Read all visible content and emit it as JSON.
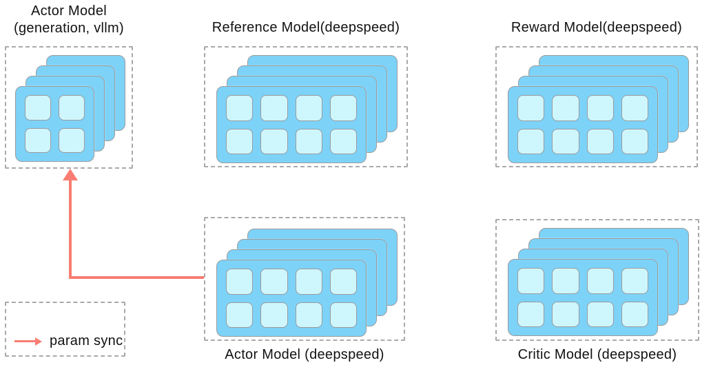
{
  "diagram": {
    "groups": {
      "actor_vllm": {
        "title_line1": "Actor Model",
        "title_line2": "(generation, vllm)"
      },
      "reference": {
        "title": "Reference Model(deepspeed)"
      },
      "reward": {
        "title": "Reward Model(deepspeed)"
      },
      "actor_deepspeed": {
        "title": "Actor Model (deepspeed)"
      },
      "critic": {
        "title": "Critic Model (deepspeed)"
      }
    },
    "stacks": {
      "actor_vllm": {
        "layers": 4,
        "rows": 2,
        "cols": 2
      },
      "reference": {
        "layers": 4,
        "rows": 2,
        "cols": 4
      },
      "reward": {
        "layers": 4,
        "rows": 2,
        "cols": 4
      },
      "actor_deepspeed": {
        "layers": 4,
        "rows": 2,
        "cols": 4
      },
      "critic": {
        "layers": 4,
        "rows": 2,
        "cols": 4
      }
    },
    "legend": {
      "label": "param sync"
    },
    "colors": {
      "card_fill": "#7DD2F8",
      "cell_fill": "#CEF6FD",
      "card_border": "#9B9B9B",
      "dashed_border": "#A9A9A9",
      "arrow": "#F97D72",
      "text": "#111111"
    }
  }
}
